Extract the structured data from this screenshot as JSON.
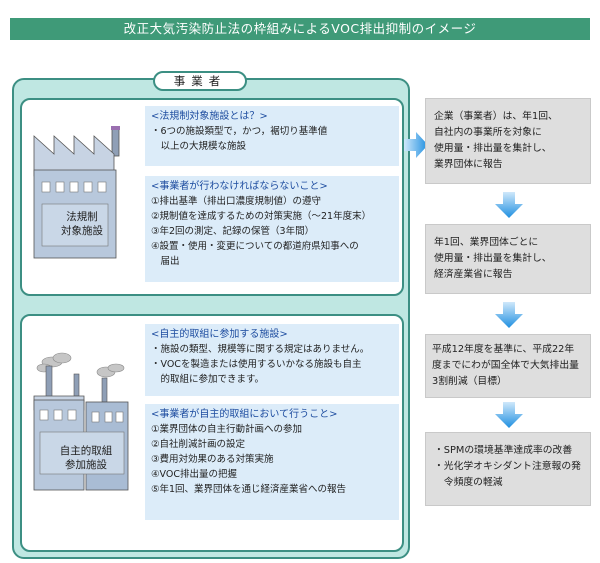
{
  "title": "改正大気汚染防止法の枠組みによるVOC排出抑制のイメージ",
  "group_label": "事業者",
  "facility1": {
    "lines": [
      "法規制",
      "対象施設"
    ]
  },
  "facility2": {
    "lines": [
      "自主的取組",
      "参加施設"
    ]
  },
  "box1": {
    "heading": "<法規制対象施設とは？>",
    "lines": [
      "・6つの施設類型で，かつ，裾切り基準値",
      "　以上の大規模な施設"
    ]
  },
  "box2": {
    "heading": "<事業者が行わなければならないこと>",
    "lines": [
      "①排出基準（排出口濃度規制値）の遵守",
      "②規制値を達成するための対策実施（～21年度末）",
      "③年2回の測定、記録の保管（3年間）",
      "④設置・使用・変更についての都道府県知事への",
      "　届出"
    ]
  },
  "box3": {
    "heading": "<自主的取組に参加する施設>",
    "lines": [
      "・施設の類型、規模等に関する規定はありません。",
      "・VOCを製造または使用するいかなる施設も自主",
      "　的取組に参加できます。"
    ]
  },
  "box4": {
    "heading": "<事業者が自主的取組において行うこと>",
    "lines": [
      "①業界団体の自主行動計画への参加",
      "②自社削減計画の設定",
      "③費用対効果のある対策実施",
      "④VOC排出量の把握",
      "⑤年1回、業界団体を通じ経済産業省への報告"
    ]
  },
  "flow": [
    {
      "lines": [
        "企業（事業者）は、年1回、",
        "自社内の事業所を対象に",
        "使用量・排出量を集計し、",
        "業界団体に報告"
      ]
    },
    {
      "lines": [
        "年1回、業界団体ごとに",
        "使用量・排出量を集計し、",
        "経済産業省に報告"
      ]
    },
    {
      "lines": [
        "平成12年度を基準に、平成22年",
        "度までにわが国全体で大気排出量",
        "3割削減（目標）"
      ]
    },
    {
      "lines": [
        "・SPMの環境基準達成率の改善",
        "・光化学オキシダント注意報の発",
        "　令頻度の軽減"
      ]
    }
  ],
  "colors": {
    "title_bar": "#3f9a78",
    "outer_bg": "#bfe7e2",
    "border": "#3c8f83",
    "text_box_bg": "#dcecf9",
    "heading_text": "#1e4da0",
    "flow_box_bg": "#dedede",
    "arrow": "#1f8fe0",
    "building": "#b8c8dc"
  }
}
